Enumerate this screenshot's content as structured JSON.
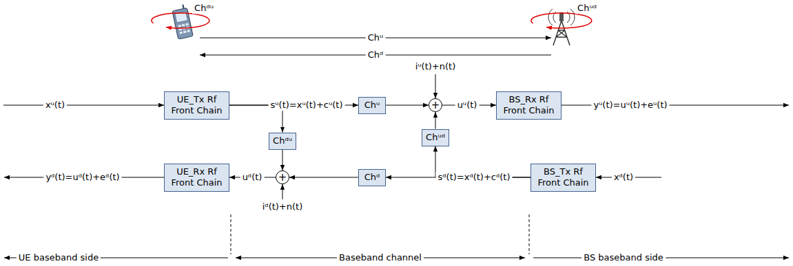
{
  "diagram": {
    "nodes": [
      {
        "text": [
          "UE_Tx Rf Front Chain"
        ]
      },
      {
        "text": [
          "Chᵘ"
        ]
      },
      {
        "text": [
          "+"
        ]
      },
      {
        "text": [
          "BS_Rx Rf Front Chain"
        ]
      },
      {
        "text": [
          "Chᵈᵘ"
        ]
      },
      {
        "text": [
          "Chᵘᵈ"
        ]
      },
      {
        "text": [
          "UE_Rx Rf Front Chain"
        ]
      },
      {
        "text": [
          "+"
        ]
      },
      {
        "text": [
          "Chᵈ"
        ]
      },
      {
        "text": [
          "BS_Tx Rf Front Chain"
        ]
      }
    ],
    "edges": [
      {
        "from": 0,
        "to": 1,
        "label": "sᵘ(t)=xᵘ(t)+cᵘ(t)",
        "arrow": "to"
      },
      {
        "from": 0,
        "to": 4,
        "arrow": "to"
      },
      {
        "from": 1,
        "to": 2,
        "arrow": "to"
      },
      {
        "from": 2,
        "to": 3,
        "label": "uᵘ(t)",
        "arrow": "to"
      },
      {
        "from": 5,
        "to": 2,
        "arrow": "to"
      },
      {
        "from": 9,
        "to": 8,
        "label": "sᵈ(t)=xᵈ(t)+cᵈ(t)",
        "arrow": "to"
      },
      {
        "from": 9,
        "to": 5,
        "arrow": "to"
      },
      {
        "from": 8,
        "to": 7,
        "arrow": "to"
      },
      {
        "from": 4,
        "to": 7,
        "arrow": "to"
      },
      {
        "from": 7,
        "to": 6,
        "label": "uᵈ(t)",
        "arrow": "to"
      }
    ],
    "labels": [
      "Chᵈᵘ",
      "Chᵘᵈ",
      "Chᵘ",
      "Chᵈ",
      "xᵘ(t)",
      "iᵘ(t)+n(t)",
      "yᵘ(t)=uᵘ(t)+eᵘ(t)",
      "yᵈ(t)=uᵈ(t)+eᵈ(t)",
      "iᵈ(t)+n(t)",
      "xᵈ(t)",
      "UE baseband side",
      "Baseband channel",
      "BS baseband side"
    ]
  }
}
